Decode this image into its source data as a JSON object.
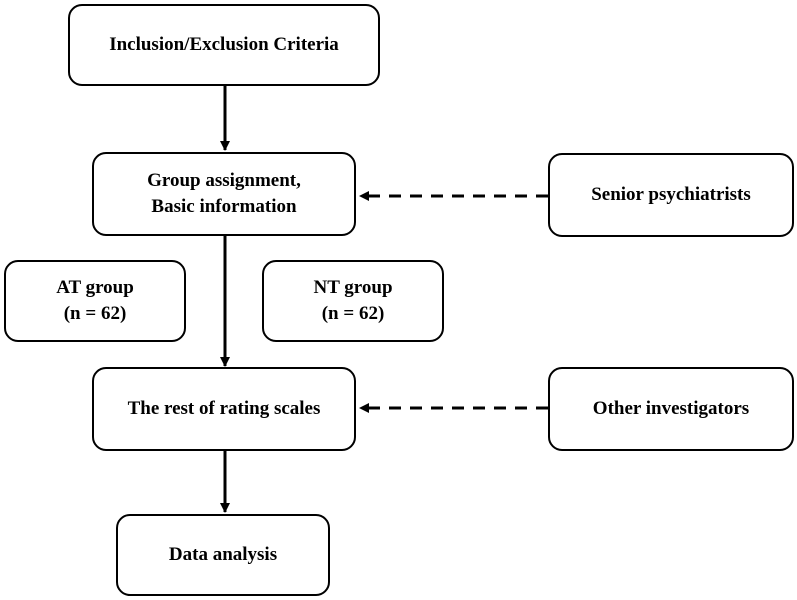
{
  "flowchart": {
    "inclusion_box": "Inclusion/Exclusion  Criteria",
    "assignment_box": {
      "line1": "Group assignment,",
      "line2": "Basic information"
    },
    "senior_box": "Senior psychiatrists",
    "at_group_box": {
      "line1": "AT group",
      "line2": "(n = 62)"
    },
    "nt_group_box": {
      "line1": "NT group",
      "line2": "(n = 62)"
    },
    "rating_box": "The rest of rating  scales",
    "investigators_box": "Other investigators",
    "analysis_box": "Data analysis"
  }
}
